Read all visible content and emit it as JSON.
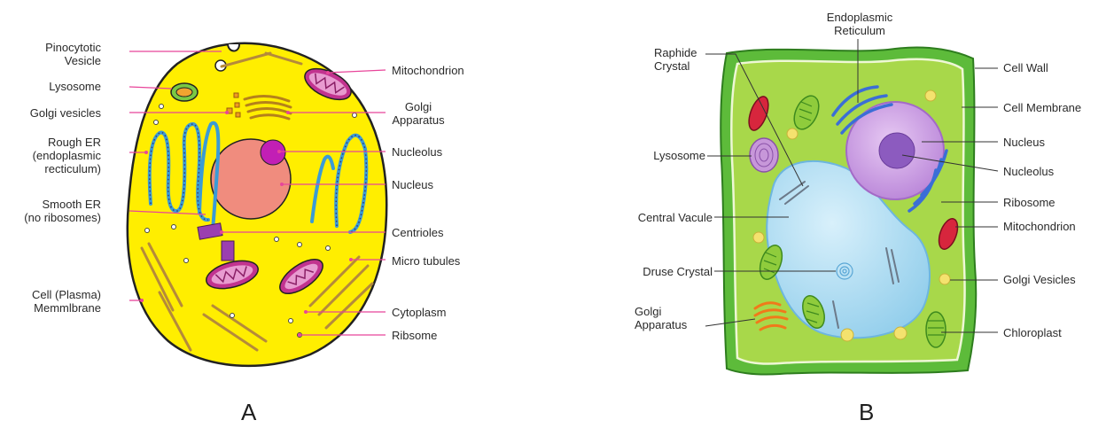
{
  "colors": {
    "animal_cytoplasm": "#ffee00",
    "animal_leader": "#e8459a",
    "plant_wall": "#5dbb3a",
    "plant_cytoplasm": "#a8d84a",
    "vacuole": "#9fd4ee",
    "nucleus_plant": "#c79be0",
    "plant_leader": "#333333"
  },
  "panel_a": {
    "caption": "A",
    "labels": {
      "pinocytotic": [
        "Pinocytotic",
        "Vesicle"
      ],
      "lysosome": "Lysosome",
      "golgi_vesicles": "Golgi vesicles",
      "rough_er": [
        "Rough ER",
        "(endoplasmic",
        "recticulum)"
      ],
      "smooth_er": [
        "Smooth ER",
        "(no ribosomes)"
      ],
      "cell_membrane": [
        "Cell (Plasma)",
        "Memmlbrane"
      ],
      "mitochondrion": "Mitochondrion",
      "golgi_apparatus": [
        "Golgi",
        "Apparatus"
      ],
      "nucleolus": "Nucleolus",
      "nucleus": "Nucleus",
      "centrioles": "Centrioles",
      "micro_tubules": "Micro tubules",
      "cytoplasm": "Cytoplasm",
      "ribsome": "Ribsome"
    }
  },
  "panel_b": {
    "caption": "B",
    "labels": {
      "endoplasmic": [
        "Endoplasmic",
        "Reticulum"
      ],
      "raphide": [
        "Raphide",
        "Crystal"
      ],
      "lysosome": "Lysosome",
      "central_vacuole": "Central Vacule",
      "druse_crystal": "Druse Crystal",
      "golgi_apparatus": [
        "Golgi",
        "Apparatus"
      ],
      "cell_wall": "Cell Wall",
      "cell_membrane": "Cell Membrane",
      "nucleus": "Nucleus",
      "nucleolus": "Nucleolus",
      "ribosome": "Ribosome",
      "mitochondrion": "Mitochondrion",
      "golgi_vesicles": "Golgi Vesicles",
      "chloroplast": "Chloroplast"
    }
  }
}
